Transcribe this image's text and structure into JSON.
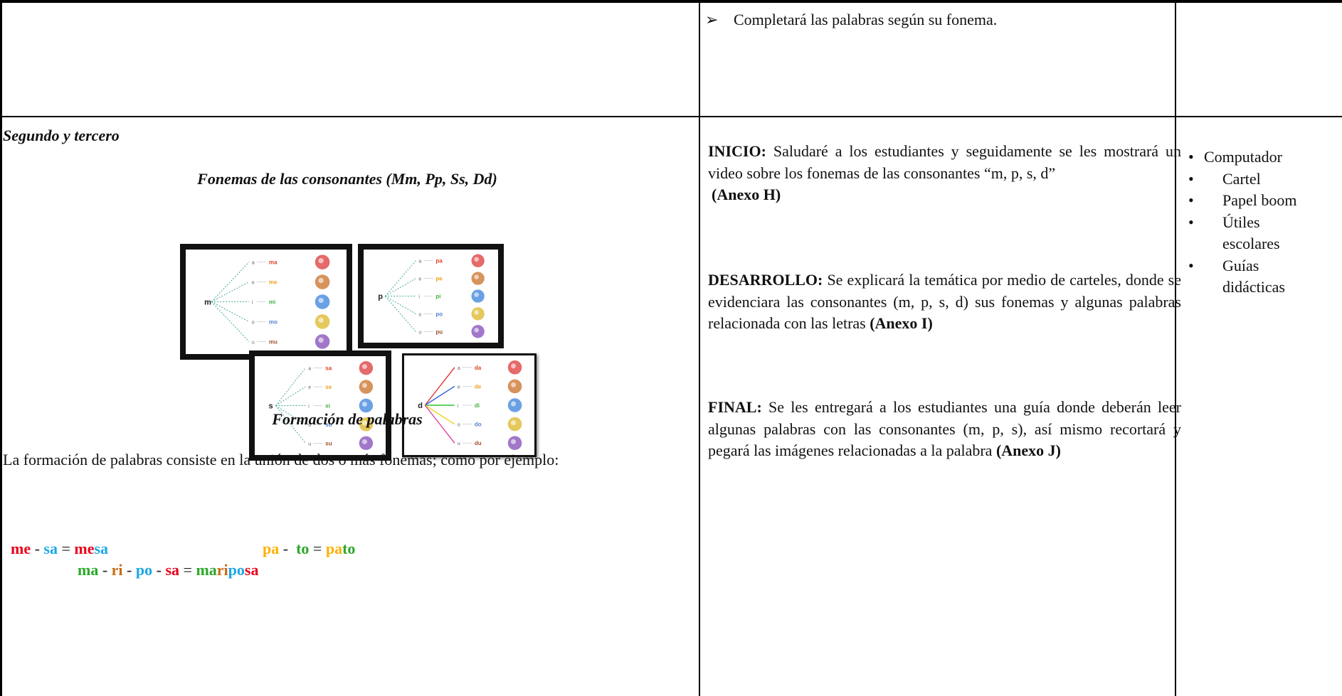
{
  "top_cell": {
    "bullet": "Completará las palabras según su fonema."
  },
  "left": {
    "section_title": "Segundo y tercero",
    "heading_fonemas": "Fonemas de las consonantes (Mm, Pp, Ss, Dd)",
    "cards": [
      {
        "consonant": "m",
        "syllables": [
          "ma",
          "me",
          "mi",
          "mo",
          "mu"
        ]
      },
      {
        "consonant": "p",
        "syllables": [
          "pa",
          "pe",
          "pi",
          "po",
          "pu"
        ]
      },
      {
        "consonant": "s",
        "syllables": [
          "sa",
          "se",
          "si",
          "so",
          "su"
        ]
      },
      {
        "consonant": "d",
        "syllables": [
          "da",
          "de",
          "di",
          "do",
          "du"
        ]
      }
    ],
    "vowels": [
      "a",
      "e",
      "i",
      "o",
      "u"
    ],
    "heading_formacion": "Formación de palabras",
    "paragraph": "La formación de palabras consiste en la unión de dos o más fonemas; como por ejemplo:",
    "examples": {
      "mesa": {
        "s1": "me",
        "s2": "sa",
        "r1": "me",
        "r2": "sa"
      },
      "pato": {
        "s1": "pa",
        "s2": "to",
        "r1": "pa",
        "r2": "to"
      },
      "mariposa": {
        "s1": "ma",
        "s2": "ri",
        "s3": "po",
        "s4": "sa",
        "r1": "ma",
        "r2": "ri",
        "r3": "po",
        "r4": "sa"
      },
      "dash": "-",
      "equals": "="
    }
  },
  "middle": {
    "inicio_label": "INICIO:",
    "inicio_text": " Saludaré a los estudiantes y seguidamente se les mostrará un video sobre los fonemas de las consonantes “m, p, s, d”",
    "anexo_h": "(Anexo H)",
    "desarrollo_label": "DESARROLLO:",
    "desarrollo_text": " Se explicará la temática por medio de carteles, donde se evidenciara las consonantes (m, p, s, d) sus fonemas y algunas palabras relacionada con las letras ",
    "anexo_i": "(Anexo I)",
    "final_label": "FINAL:",
    "final_text": " Se les entregará a los estudiantes una guía donde deberán leer algunas palabras con las consonantes (m, p, s), así mismo recortará y pegará las  imágenes relacionadas a la palabra ",
    "anexo_j": "(Anexo J)"
  },
  "resources": {
    "computador": "Computador",
    "cartel": "Cartel",
    "papel": "Papel boom",
    "utiles_1": "Útiles",
    "utiles_2": "escolares",
    "guias_1": "Guías",
    "guias_2": "didácticas",
    "bullet": "•"
  },
  "colors": {
    "red": "#e8001a",
    "blue": "#1aa8e6",
    "orange": "#ffb000",
    "green": "#2aa82a",
    "brown": "#c86a14"
  }
}
